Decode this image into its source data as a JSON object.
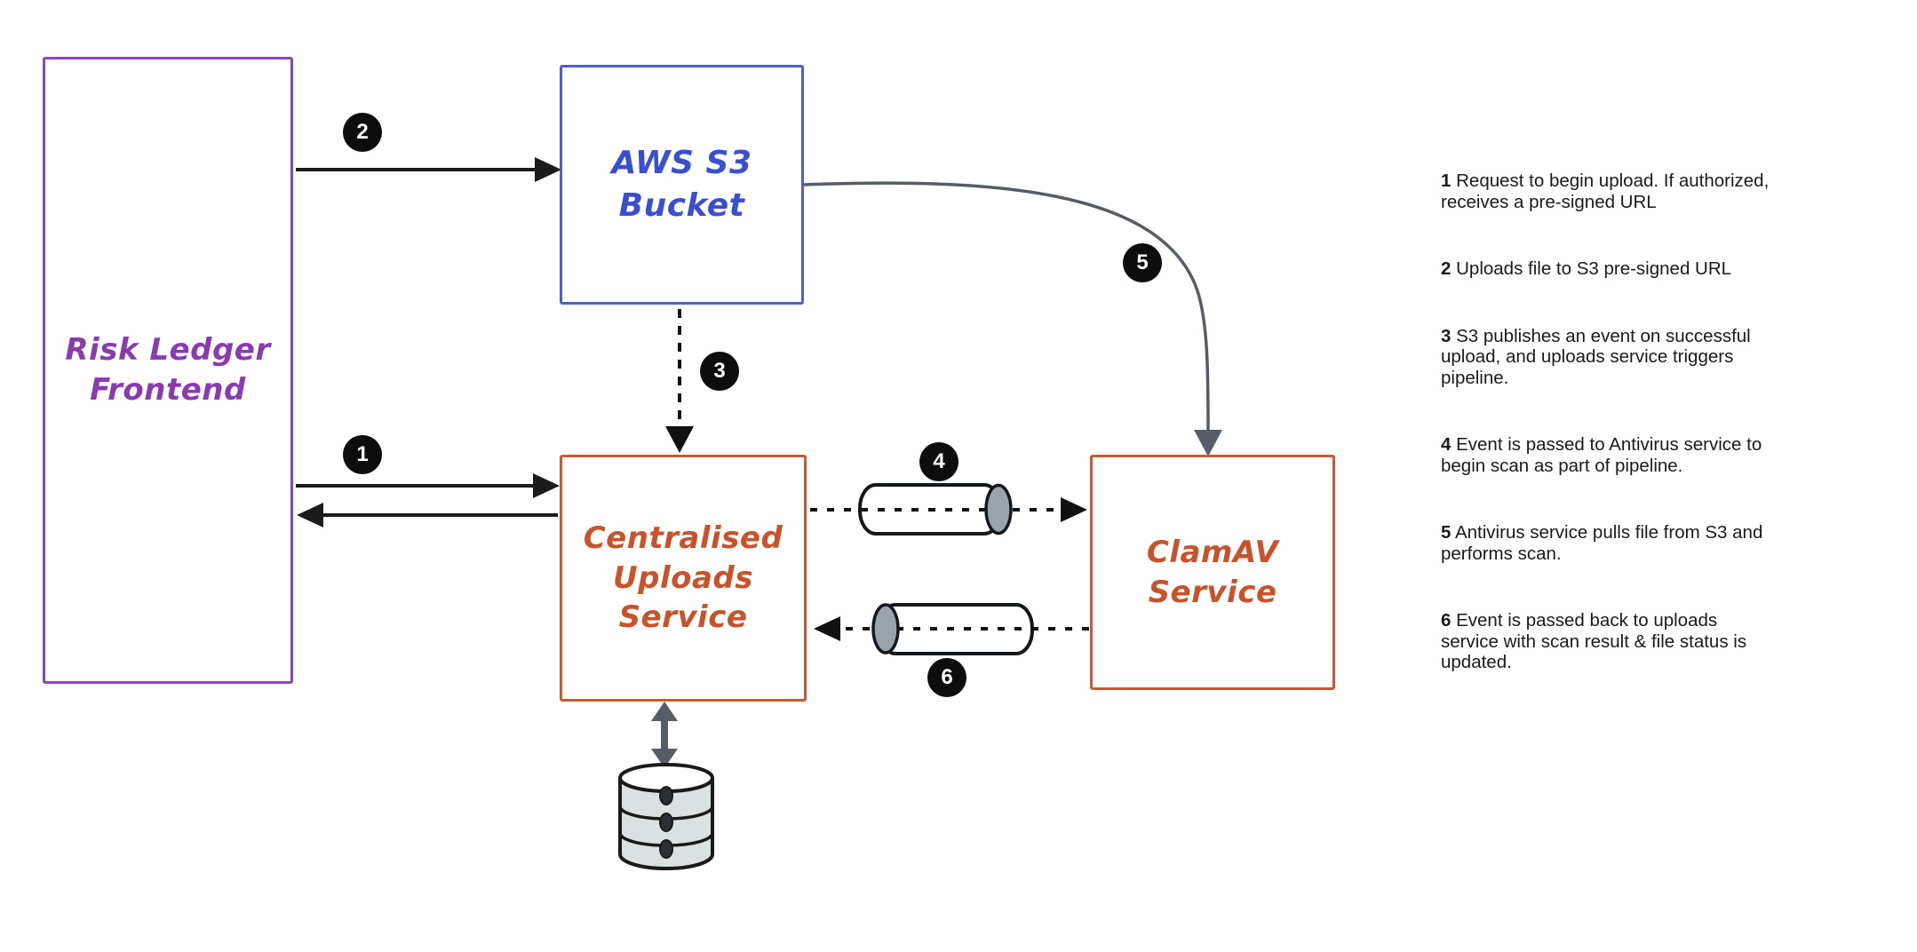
{
  "diagram": {
    "nodes": {
      "frontend": {
        "label": "Risk Ledger\nFrontend",
        "color": "#8a3bb0"
      },
      "s3": {
        "label": "AWS S3\nBucket",
        "color": "#3a4fd0"
      },
      "uploads": {
        "label": "Centralised\nUploads\nService",
        "color": "#c8532b"
      },
      "clamav": {
        "label": "ClamAV\nService",
        "color": "#c8532b"
      }
    },
    "badges": [
      "1",
      "2",
      "3",
      "4",
      "5",
      "6"
    ],
    "connector_colors": {
      "solid_arrow": "#1b1b1b",
      "dashed_arrow": "#111111",
      "curve_arrow": "#565d66",
      "queue_end_cap": "#9aa2ab",
      "database_fill": "#dbe0e0"
    },
    "icons": [
      "queue-icon",
      "queue-icon",
      "database-icon"
    ]
  },
  "legend": {
    "items": [
      {
        "num": "1",
        "text": "Request to begin upload. If authorized,\nreceives a pre-signed URL"
      },
      {
        "num": "2",
        "text": "Uploads file to S3 pre-signed URL"
      },
      {
        "num": "3",
        "text": "S3 publishes an event on successful\nupload, and uploads service triggers\npipeline."
      },
      {
        "num": "4",
        "text": "Event is passed to Antivirus service to\nbegin scan as part of pipeline."
      },
      {
        "num": "5",
        "text": "Antivirus service pulls file from S3 and\nperforms scan."
      },
      {
        "num": "6",
        "text": "Event is passed back to uploads\nservice with scan result & file status is\nupdated."
      }
    ]
  }
}
